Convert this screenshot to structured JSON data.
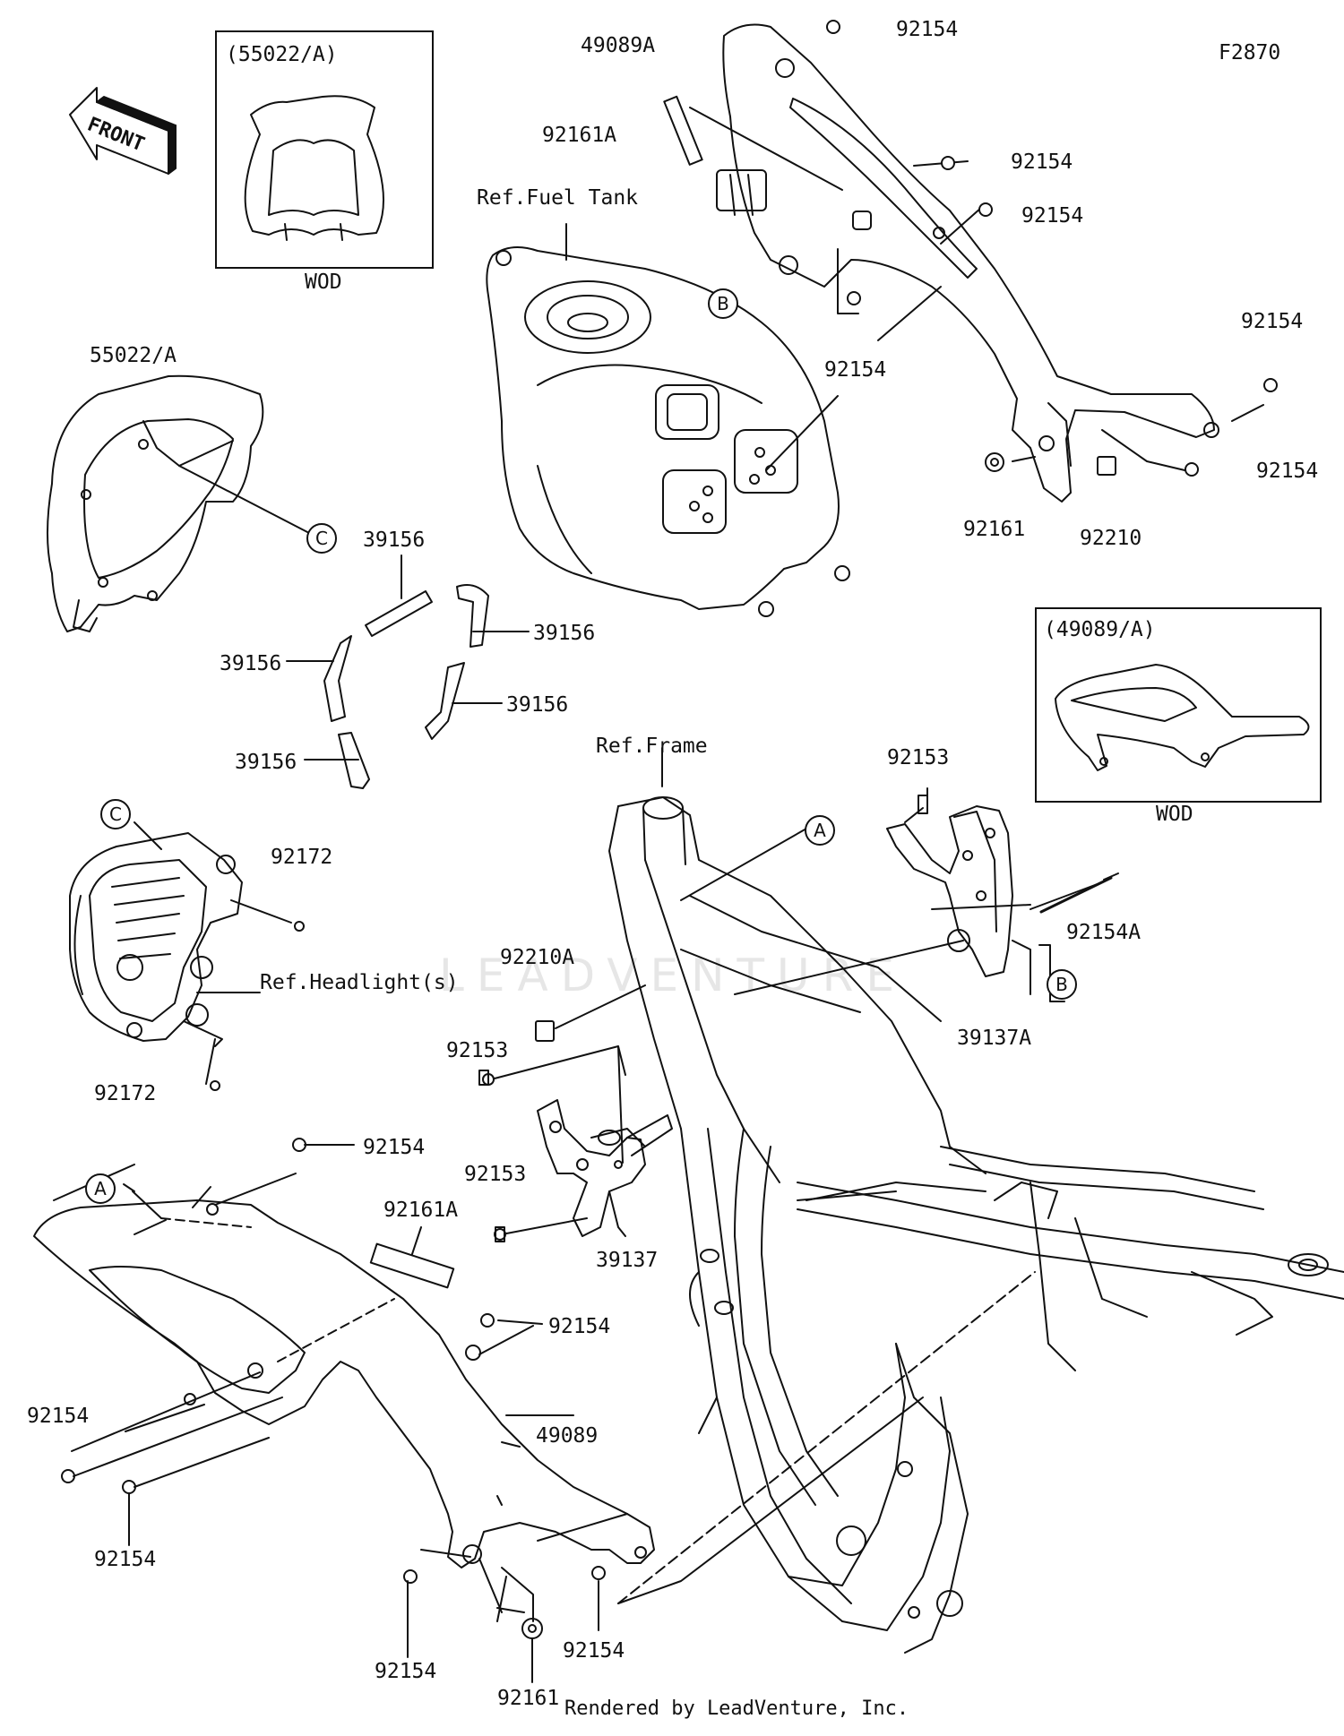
{
  "diagram": {
    "code": "F2870",
    "footer": "Rendered by LeadVenture, Inc.",
    "watermark": "LEADVENTURE",
    "front_arrow_text": "FRONT"
  },
  "insets": {
    "top_left": {
      "title": "(55022/A)",
      "variant": "WOD"
    },
    "right": {
      "title": "(49089/A)",
      "variant": "WOD"
    }
  },
  "references": {
    "fuel_tank": "Ref.Fuel Tank",
    "frame": "Ref.Frame",
    "headlights": "Ref.Headlight(s)"
  },
  "callouts": [
    "A",
    "B",
    "C"
  ],
  "parts": [
    "49089A",
    "92154",
    "92161A",
    "55022/A",
    "39156",
    "92161",
    "92210",
    "92153",
    "92172",
    "92154A",
    "92210A",
    "39137A",
    "39137",
    "49089"
  ]
}
